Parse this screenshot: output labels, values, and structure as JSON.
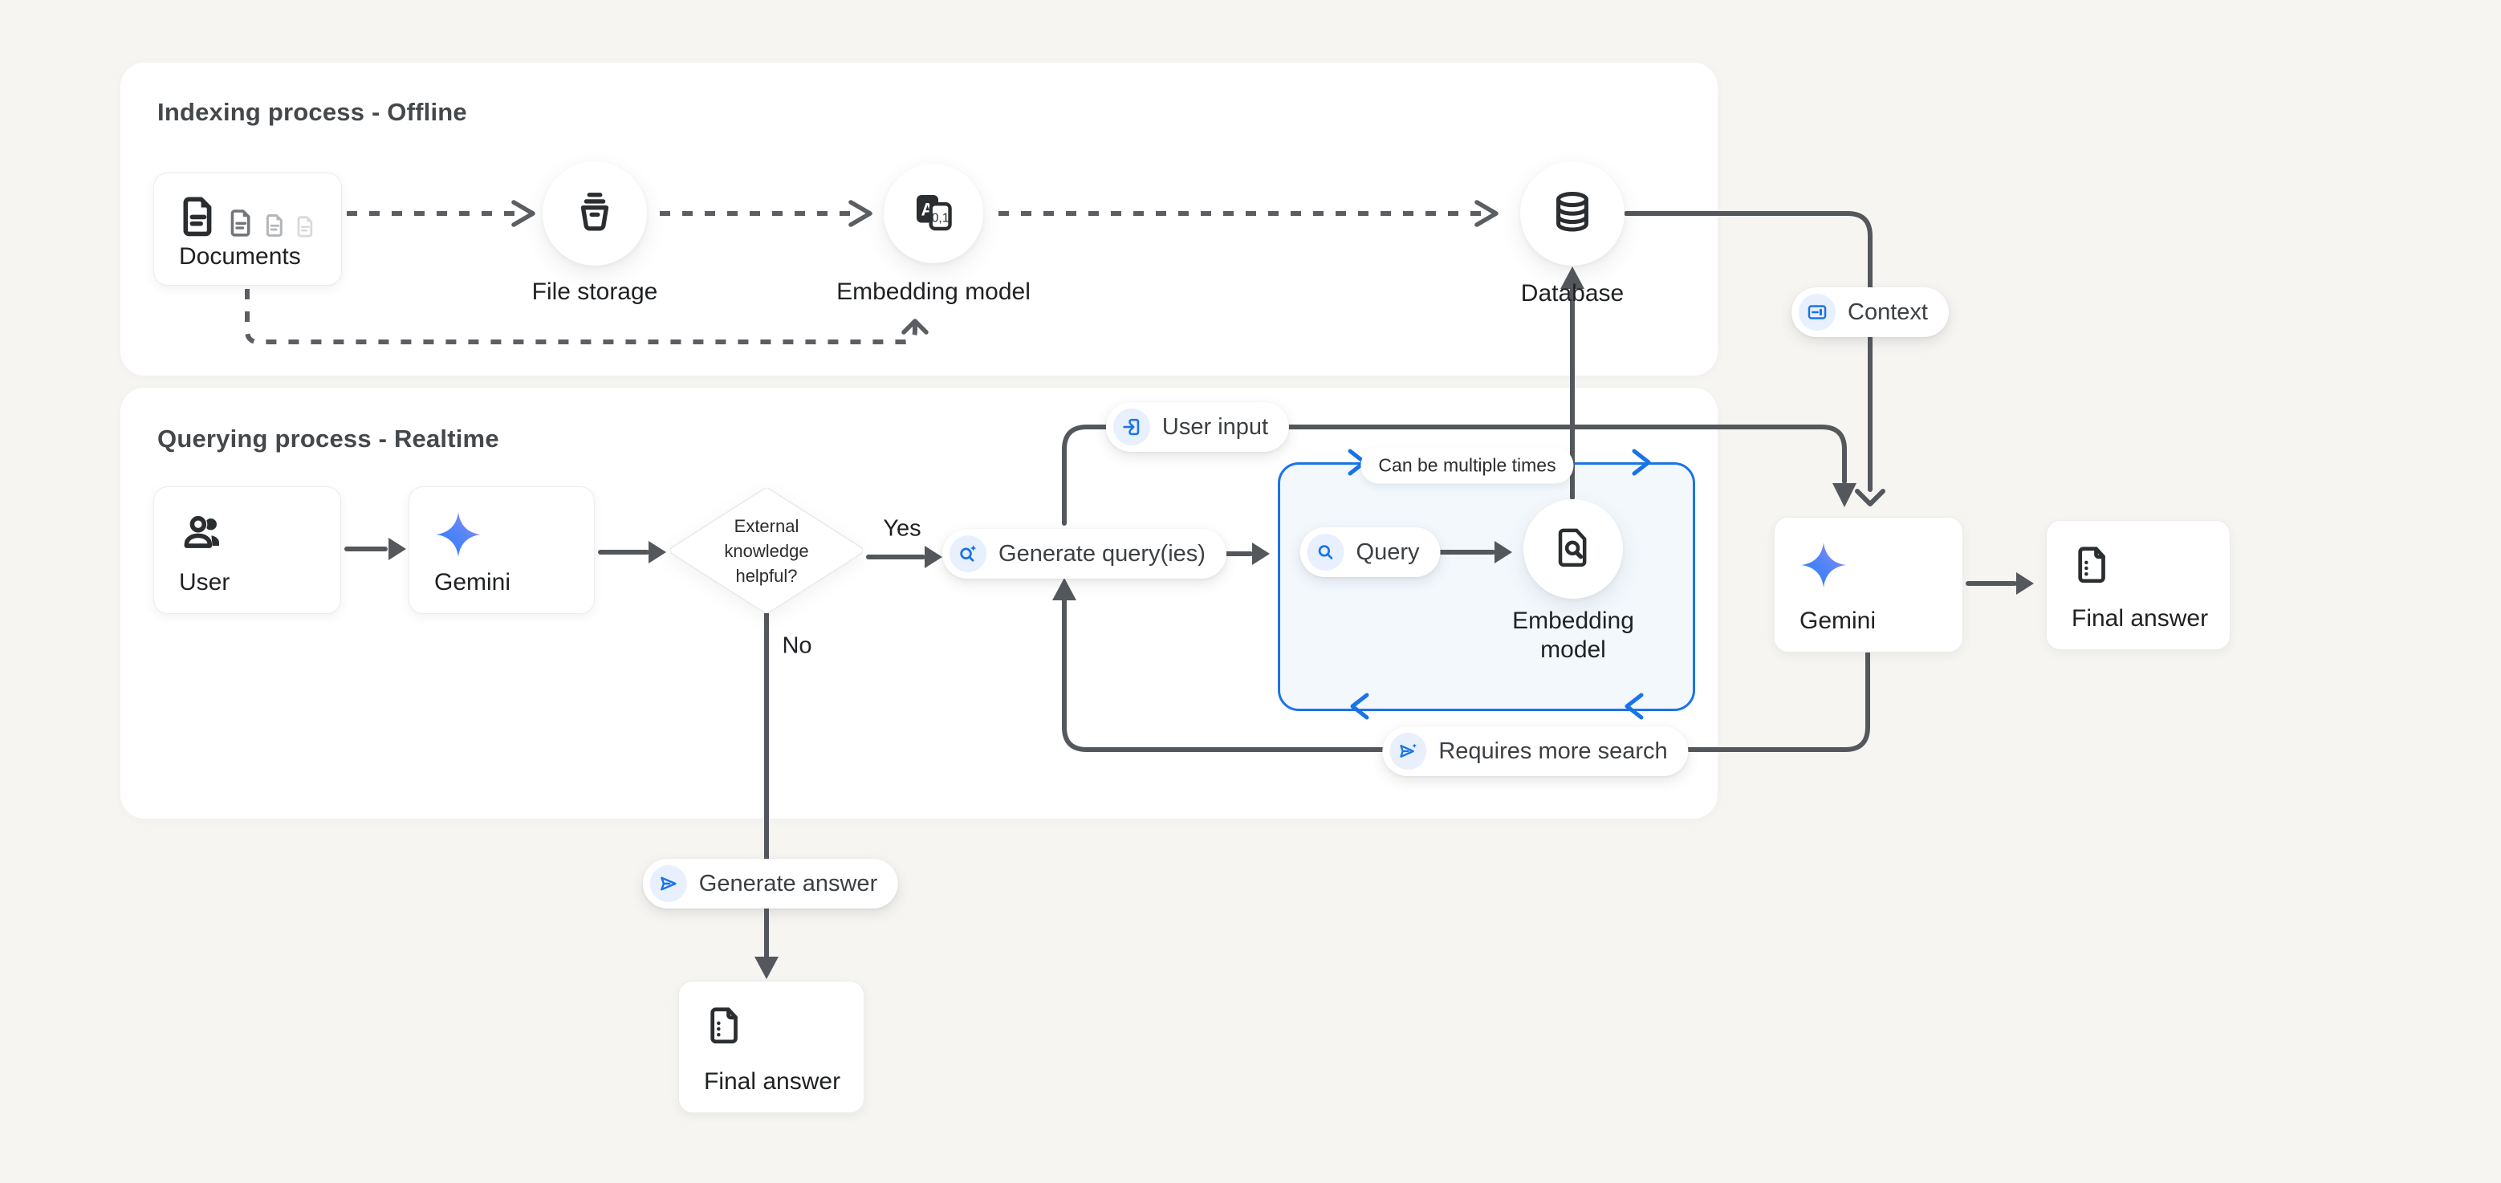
{
  "colors": {
    "accent_blue": "#1a73e8",
    "chip_bg": "#e8f0fe",
    "line": "#54575b",
    "panel_bg": "#ffffff",
    "page_bg": "#f6f5f2",
    "loop_box_fill": "#f3f8fd",
    "gemini_gradient": [
      "#217bfe",
      "#5785f7",
      "#a08bf8"
    ]
  },
  "indexing": {
    "title": "Indexing process - Offline",
    "documents_label": "Documents",
    "file_storage_label": "File storage",
    "embedding_model_label": "Embedding model",
    "database_label": "Database",
    "context_label": "Context"
  },
  "querying": {
    "title": "Querying process - Realtime",
    "user_label": "User",
    "gemini_label": "Gemini",
    "decision": {
      "line1": "External",
      "line2": "knowledge",
      "line3": "helpful?"
    },
    "yes_label": "Yes",
    "no_label": "No",
    "generate_queries_label": "Generate query(ies)",
    "user_input_label": "User input",
    "loop_box_label": "Can be multiple times",
    "query_label": "Query",
    "embedding_model_line1": "Embedding",
    "embedding_model_line2": "model",
    "requires_more_search_label": "Requires more search",
    "gemini_final_label": "Gemini",
    "final_answer_label": "Final answer",
    "generate_answer_label": "Generate answer",
    "final_answer_bottom_label": "Final answer"
  },
  "icons": {
    "documents": "document-stack-icon",
    "file_storage": "storage-bin-icon",
    "embedding_model_index": "translate-tokens-icon",
    "database": "database-cylinder-icon",
    "user": "people-icon",
    "gemini": "gemini-star-icon",
    "context": "context-card-icon",
    "user_input": "input-arrow-icon",
    "generate_queries": "search-spark-icon",
    "query": "search-icon",
    "embedding_model_query": "document-search-icon",
    "requires_more_search": "send-spark-icon",
    "generate_answer": "send-icon",
    "final_answer": "article-document-icon"
  }
}
